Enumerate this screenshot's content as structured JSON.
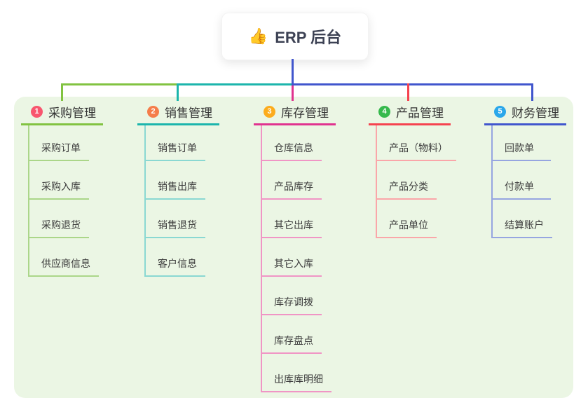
{
  "root": {
    "icon": "👍",
    "title": "ERP 后台"
  },
  "canvas": {
    "background": "#ffffff",
    "panel_background": "#ebf6e4",
    "root_line_color": "#4156cd"
  },
  "branches": [
    {
      "number": "1",
      "title": "采购管理",
      "colors": {
        "badge": "#f8566e",
        "line": "#82c341",
        "subline": "#abd689"
      },
      "items": [
        "采购订单",
        "采购入库",
        "采购退货",
        "供应商信息"
      ]
    },
    {
      "number": "2",
      "title": "销售管理",
      "colors": {
        "badge": "#f57d4a",
        "line": "#1cb5ac",
        "subline": "#8ad8d2"
      },
      "items": [
        "销售订单",
        "销售出库",
        "销售退货",
        "客户信息"
      ]
    },
    {
      "number": "3",
      "title": "库存管理",
      "colors": {
        "badge": "#fcac1c",
        "line": "#e0338f",
        "subline": "#f095c5"
      },
      "items": [
        "仓库信息",
        "产品库存",
        "其它出库",
        "其它入库",
        "库存调拨",
        "库存盘点",
        "出库库明细"
      ]
    },
    {
      "number": "4",
      "title": "产品管理",
      "colors": {
        "badge": "#36b94d",
        "line": "#f5434f",
        "subline": "#faa6a9"
      },
      "items": [
        "产品（物料）",
        "产品分类",
        "产品单位"
      ]
    },
    {
      "number": "5",
      "title": "财务管理",
      "colors": {
        "badge": "#2aa7ea",
        "line": "#4156cd",
        "subline": "#96a5e0"
      },
      "items": [
        "回款单",
        "付款单",
        "结算账户"
      ]
    }
  ]
}
